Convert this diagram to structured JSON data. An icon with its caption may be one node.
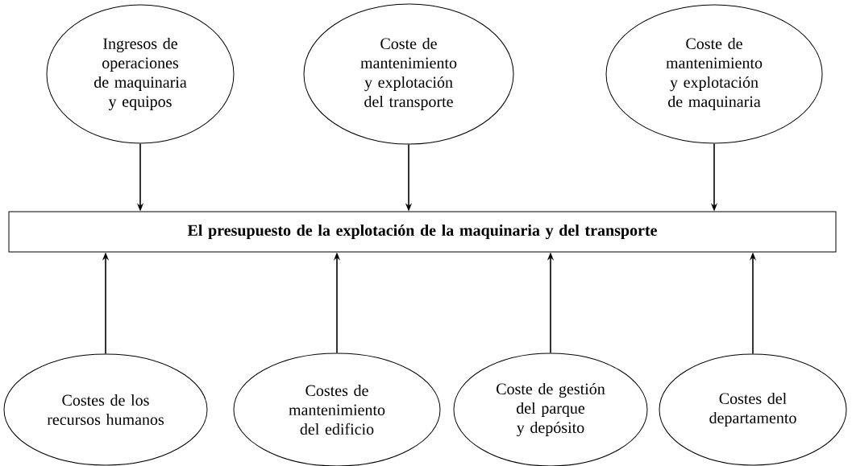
{
  "diagram": {
    "nodes": [
      {
        "text": [
          "Ingresos de operaciones de maquinaria y equipos"
        ]
      },
      {
        "text": [
          "Coste de mantenimiento y explotación del transporte"
        ]
      },
      {
        "text": [
          "Coste de mantenimiento y explotación de maquinaria"
        ]
      },
      {
        "text": [
          "El presupuesto de la explotación de la maquinaria y del transporte"
        ]
      },
      {
        "text": [
          "Costes de los recursos humanos"
        ]
      },
      {
        "text": [
          "Costes de mantenimiento del edificio"
        ]
      },
      {
        "text": [
          "Coste de gestión del parque y depósito"
        ]
      },
      {
        "text": [
          "Costes del departamento"
        ]
      }
    ],
    "edges": [
      {
        "from": 0,
        "to": 3,
        "arrow": "to"
      },
      {
        "from": 1,
        "to": 3,
        "arrow": "to"
      },
      {
        "from": 2,
        "to": 3,
        "arrow": "to"
      },
      {
        "from": 4,
        "to": 3,
        "arrow": "to"
      },
      {
        "from": 5,
        "to": 3,
        "arrow": "to"
      },
      {
        "from": 6,
        "to": 3,
        "arrow": "to"
      },
      {
        "from": 7,
        "to": 3,
        "arrow": "to"
      }
    ]
  }
}
